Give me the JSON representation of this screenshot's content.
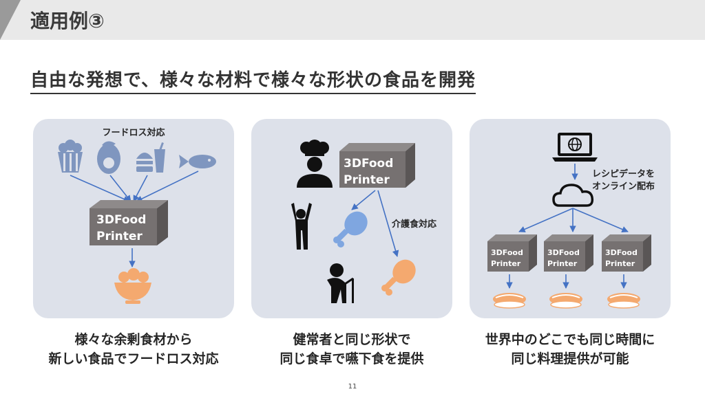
{
  "header": {
    "title": "適用例③"
  },
  "subtitle": "自由な発想で、様々な材料で様々な形状の食品を開発",
  "panels": [
    {
      "label_top": "フードロス対応",
      "printer_line1": "3DFood",
      "printer_line2": "Printer",
      "icons": [
        "popcorn-icon",
        "avocado-icon",
        "fast-food-icon",
        "fish-icon",
        "fruit-bowl-icon"
      ],
      "caption_line1": "様々な余剰食材から",
      "caption_line2": "新しい食品でフードロス対応"
    },
    {
      "label_side": "介護食対応",
      "printer_line1": "3DFood",
      "printer_line2": "Printer",
      "icons": [
        "chef-icon",
        "healthy-person-icon",
        "elderly-person-icon",
        "chicken-leg-icon"
      ],
      "caption_line1": "健常者と同じ形状で",
      "caption_line2": "同じ食卓で嚥下食を提供"
    },
    {
      "label_side_line1": "レシピデータを",
      "label_side_line2": "オンライン配布",
      "printer_line1": "3DFood",
      "printer_line2": "Printer",
      "icons": [
        "laptop-globe-icon",
        "cloud-icon",
        "sushi-icon"
      ],
      "caption_line1": "世界中のどこでも同じ時間に",
      "caption_line2": "同じ料理提供が可能"
    }
  ],
  "page_number": "11",
  "colors": {
    "accent_blue": "#4472c4",
    "icon_blue": "#7f96bf",
    "food_orange": "#f4a96f",
    "printer_gray": "#767171",
    "panel_bg": "#dde1ea"
  }
}
